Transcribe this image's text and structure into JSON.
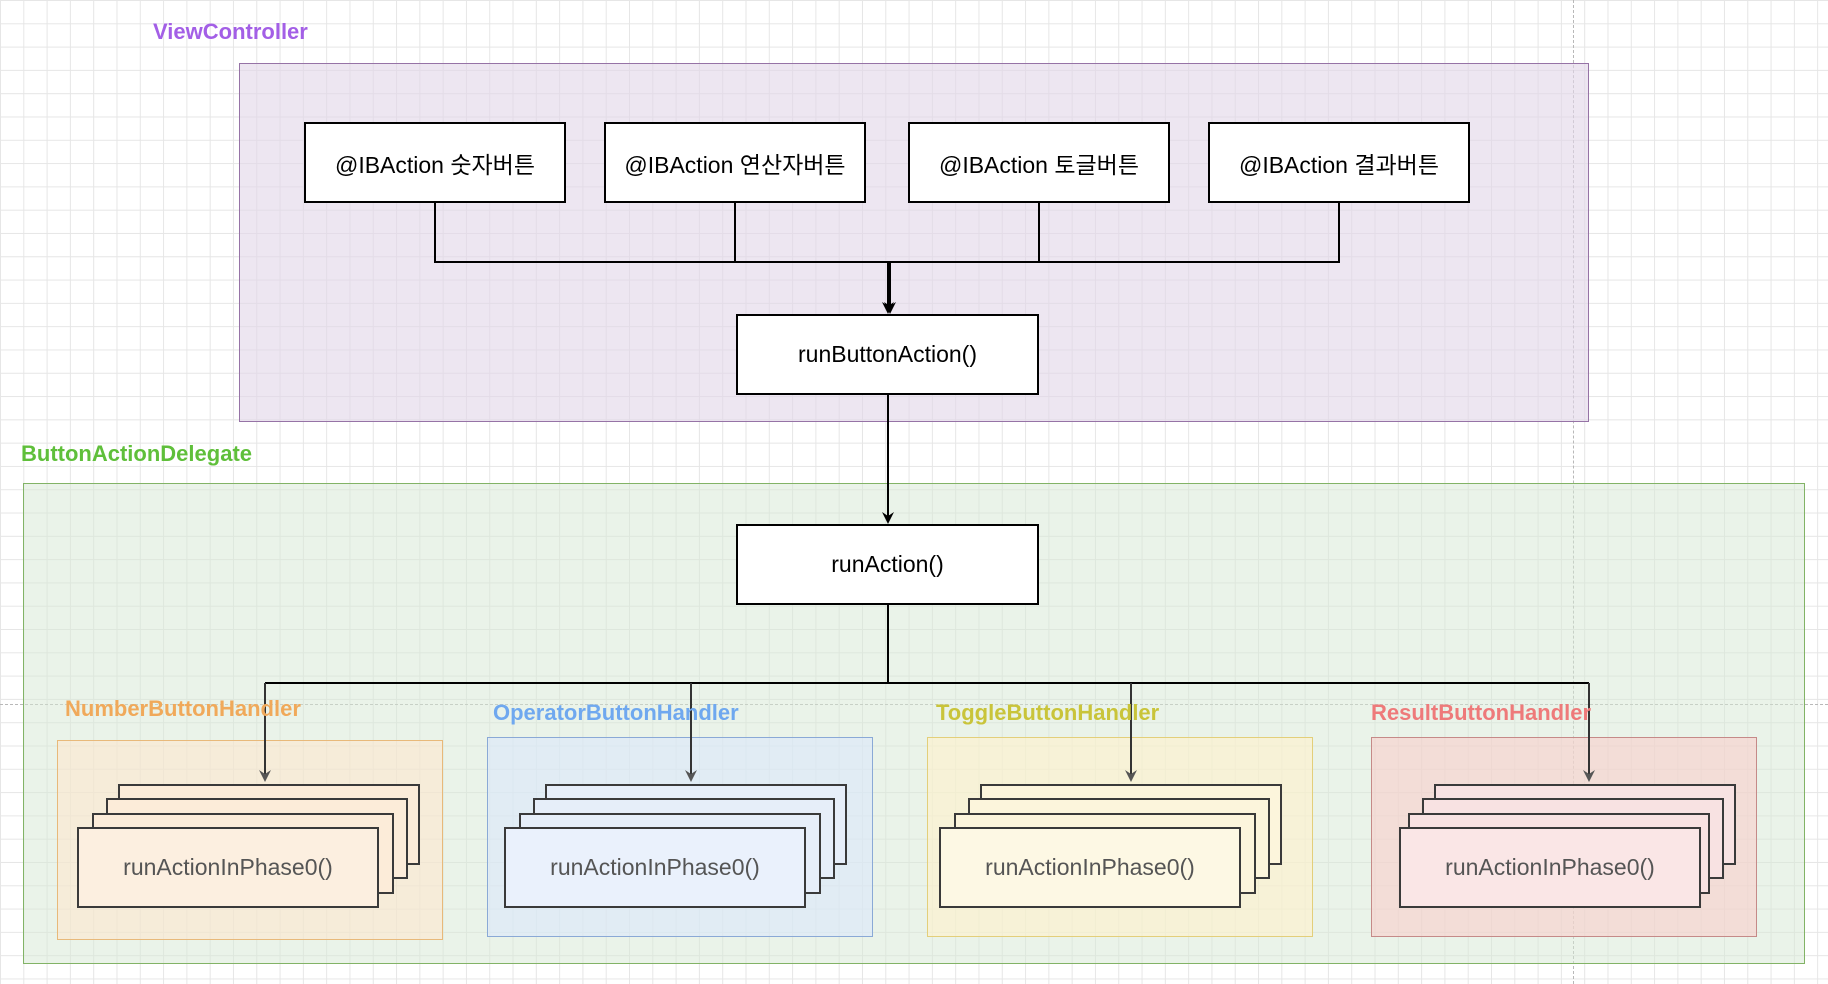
{
  "colors": {
    "view_controller": "#a35fe6",
    "button_action_delegate": "#5fbf3a",
    "number_handler": "#f0a95a",
    "operator_handler": "#6fa8ef",
    "toggle_handler": "#c9c43a",
    "result_handler": "#ee7a7a"
  },
  "view_controller": {
    "label": "ViewController",
    "actions": [
      "@IBAction 숫자버튼",
      "@IBAction 연산자버튼",
      "@IBAction 토글버튼",
      "@IBAction 결과버튼"
    ],
    "run_button_action": "runButtonAction()"
  },
  "delegate": {
    "label": "ButtonActionDelegate",
    "run_action": "runAction()",
    "handlers": [
      {
        "label": "NumberButtonHandler",
        "method": "runActionInPhase0()"
      },
      {
        "label": "OperatorButtonHandler",
        "method": "runActionInPhase0()"
      },
      {
        "label": "ToggleButtonHandler",
        "method": "runActionInPhase0()"
      },
      {
        "label": "ResultButtonHandler",
        "method": "runActionInPhase0()"
      }
    ]
  }
}
